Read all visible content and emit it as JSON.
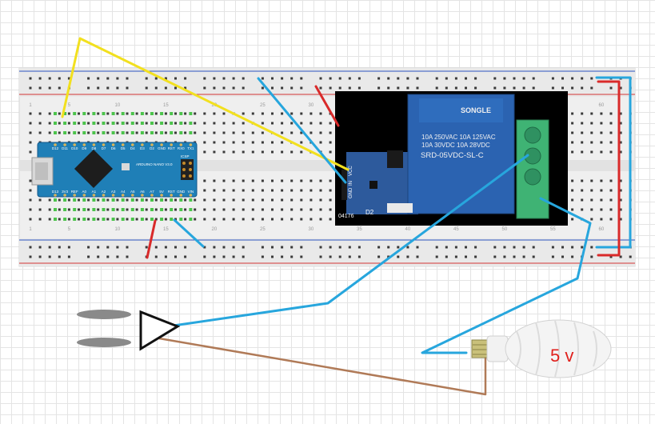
{
  "arduino": {
    "board_text": "ARDUINO NANO V3.0",
    "icsp_label": "ICSP",
    "top_pins": [
      "D12",
      "D11",
      "D10",
      "D9",
      "D8",
      "D7",
      "D6",
      "D5",
      "D4",
      "D3",
      "D2",
      "GND",
      "RST",
      "RX0",
      "TX1"
    ],
    "bottom_pins": [
      "D13",
      "3V3",
      "REF",
      "A0",
      "A1",
      "A2",
      "A3",
      "A4",
      "A5",
      "A6",
      "A7",
      "5V",
      "RST",
      "GND",
      "VIN"
    ]
  },
  "relay": {
    "brand": "SONGLE",
    "rating_1": "10A 250VAC  10A 125VAC",
    "rating_2": "10A 30VDC  10A 28VDC",
    "model": "SRD-05VDC-SL-C",
    "led_label": "D2",
    "pcb_code": "04176",
    "pins": [
      "GND",
      "IN",
      "VCC"
    ]
  },
  "bulb": {
    "label": "5 v",
    "label_color": "#e0201c"
  },
  "breadboard": {
    "column_numbers": [
      "1",
      "5",
      "10",
      "15",
      "20",
      "25",
      "30",
      "35",
      "40",
      "45",
      "50",
      "55",
      "60"
    ]
  },
  "colors": {
    "wire_yellow": "#f2e01f",
    "wire_blue": "#27a6dd",
    "wire_red": "#d92a2a",
    "wire_brown": "#b07a57",
    "relay_blue": "#2b63b1",
    "terminal_green": "#3fb374",
    "arduino_blue": "#1f7fb7"
  }
}
